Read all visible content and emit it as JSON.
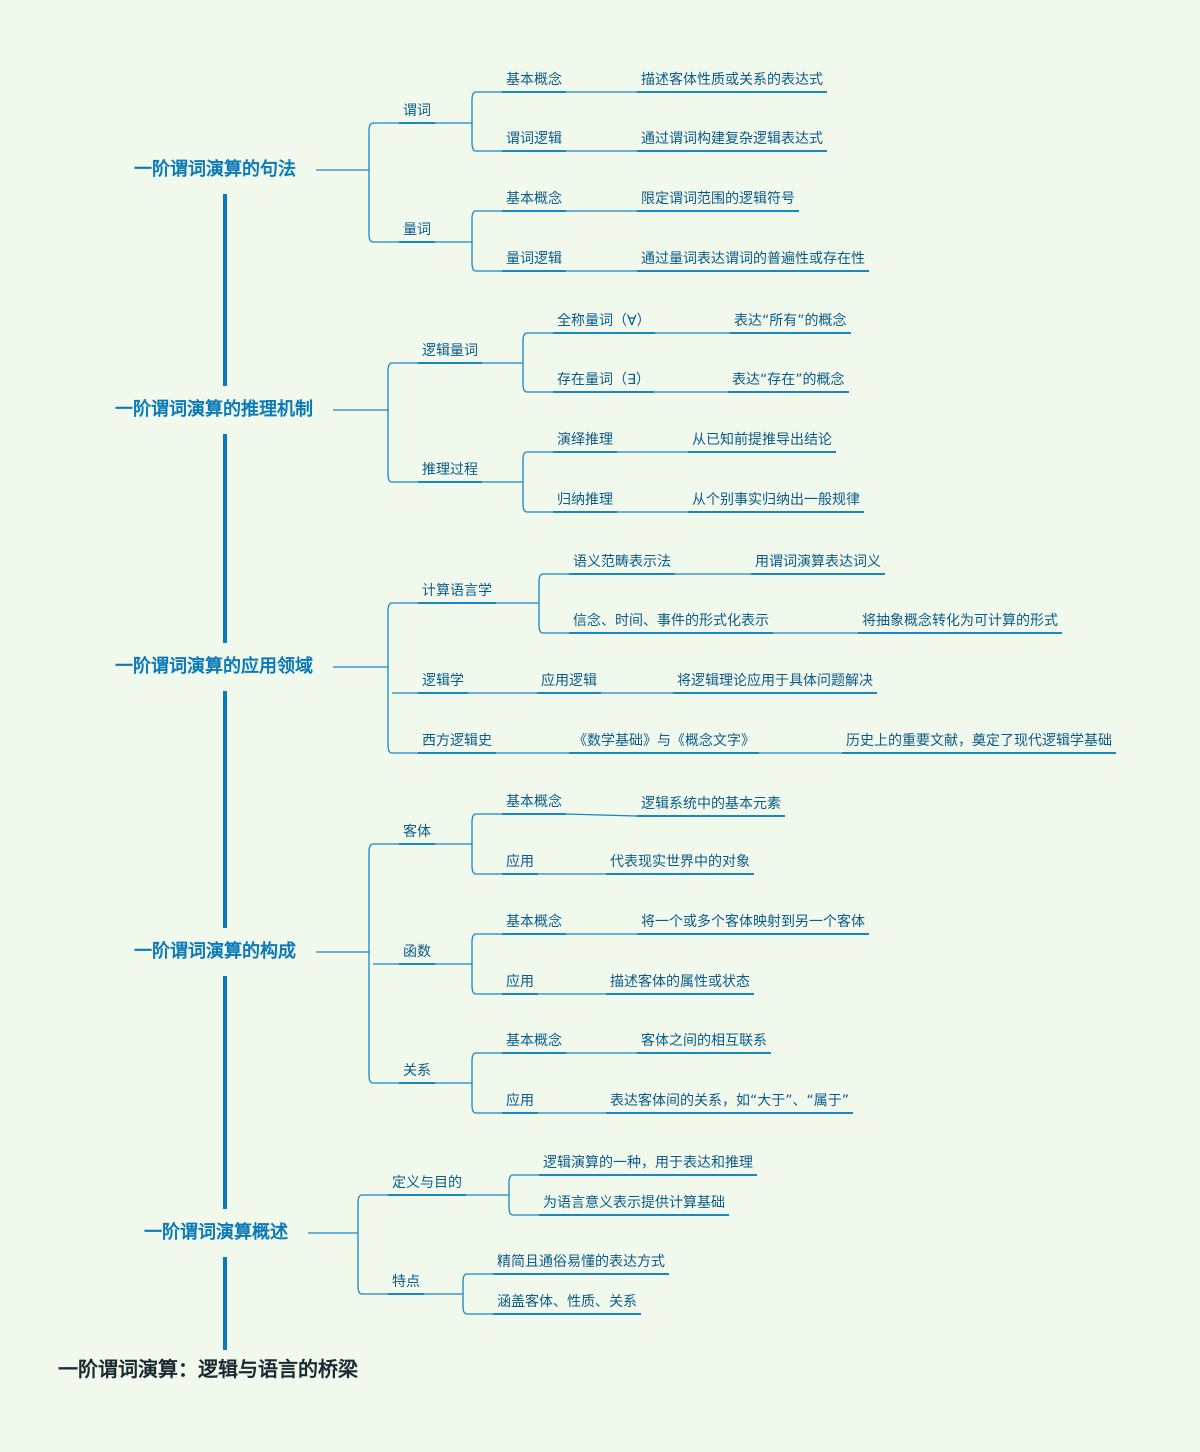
{
  "root": {
    "label": "一阶谓词演算：逻辑与语言的桥梁"
  },
  "branches": [
    {
      "label": "一阶谓词演算的句法",
      "children": [
        {
          "label": "谓词",
          "children": [
            {
              "label": "基本概念",
              "children": [
                {
                  "label": "描述客体性质或关系的表达式"
                }
              ]
            },
            {
              "label": "谓词逻辑",
              "children": [
                {
                  "label": "通过谓词构建复杂逻辑表达式"
                }
              ]
            }
          ]
        },
        {
          "label": "量词",
          "children": [
            {
              "label": "基本概念",
              "children": [
                {
                  "label": "限定谓词范围的逻辑符号"
                }
              ]
            },
            {
              "label": "量词逻辑",
              "children": [
                {
                  "label": "通过量词表达谓词的普遍性或存在性"
                }
              ]
            }
          ]
        }
      ]
    },
    {
      "label": "一阶谓词演算的推理机制",
      "children": [
        {
          "label": "逻辑量词",
          "children": [
            {
              "label": "全称量词（∀）",
              "children": [
                {
                  "label": "表达“所有”的概念"
                }
              ]
            },
            {
              "label": "存在量词（∃）",
              "children": [
                {
                  "label": "表达“存在”的概念"
                }
              ]
            }
          ]
        },
        {
          "label": "推理过程",
          "children": [
            {
              "label": "演绎推理",
              "children": [
                {
                  "label": "从已知前提推导出结论"
                }
              ]
            },
            {
              "label": "归纳推理",
              "children": [
                {
                  "label": "从个别事实归纳出一般规律"
                }
              ]
            }
          ]
        }
      ]
    },
    {
      "label": "一阶谓词演算的应用领域",
      "children": [
        {
          "label": "计算语言学",
          "children": [
            {
              "label": "语义范畴表示法",
              "children": [
                {
                  "label": "用谓词演算表达词义"
                }
              ]
            },
            {
              "label": "信念、时间、事件的形式化表示",
              "children": [
                {
                  "label": "将抽象概念转化为可计算的形式"
                }
              ]
            }
          ]
        },
        {
          "label": "逻辑学",
          "children": [
            {
              "label": "应用逻辑",
              "children": [
                {
                  "label": "将逻辑理论应用于具体问题解决"
                }
              ]
            }
          ]
        },
        {
          "label": "西方逻辑史",
          "children": [
            {
              "label": "《数学基础》与《概念文字》",
              "children": [
                {
                  "label": "历史上的重要文献，奠定了现代逻辑学基础"
                }
              ]
            }
          ]
        }
      ]
    },
    {
      "label": "一阶谓词演算的构成",
      "children": [
        {
          "label": "客体",
          "children": [
            {
              "label": "基本概念",
              "children": [
                {
                  "label": "逻辑系统中的基本元素"
                }
              ]
            },
            {
              "label": "应用",
              "children": [
                {
                  "label": "代表现实世界中的对象"
                }
              ]
            }
          ]
        },
        {
          "label": "函数",
          "children": [
            {
              "label": "基本概念",
              "children": [
                {
                  "label": "将一个或多个客体映射到另一个客体"
                }
              ]
            },
            {
              "label": "应用",
              "children": [
                {
                  "label": "描述客体的属性或状态"
                }
              ]
            }
          ]
        },
        {
          "label": "关系",
          "children": [
            {
              "label": "基本概念",
              "children": [
                {
                  "label": "客体之间的相互联系"
                }
              ]
            },
            {
              "label": "应用",
              "children": [
                {
                  "label": "表达客体间的关系，如“大于”、“属于”"
                }
              ]
            }
          ]
        }
      ]
    },
    {
      "label": "一阶谓词演算概述",
      "children": [
        {
          "label": "定义与目的",
          "children": [
            {
              "label": "逻辑演算的一种，用于表达和推理"
            },
            {
              "label": "为语言意义表示提供计算基础"
            }
          ]
        },
        {
          "label": "特点",
          "children": [
            {
              "label": "精简且通俗易懂的表达方式"
            },
            {
              "label": "涵盖客体、性质、关系"
            }
          ]
        }
      ]
    }
  ],
  "colors": {
    "background": "#f1f9ec",
    "trunk": "#0b7ab8",
    "line": "#1a86c2",
    "text": "#0a5a8a",
    "root_text": "#1a2a33"
  }
}
